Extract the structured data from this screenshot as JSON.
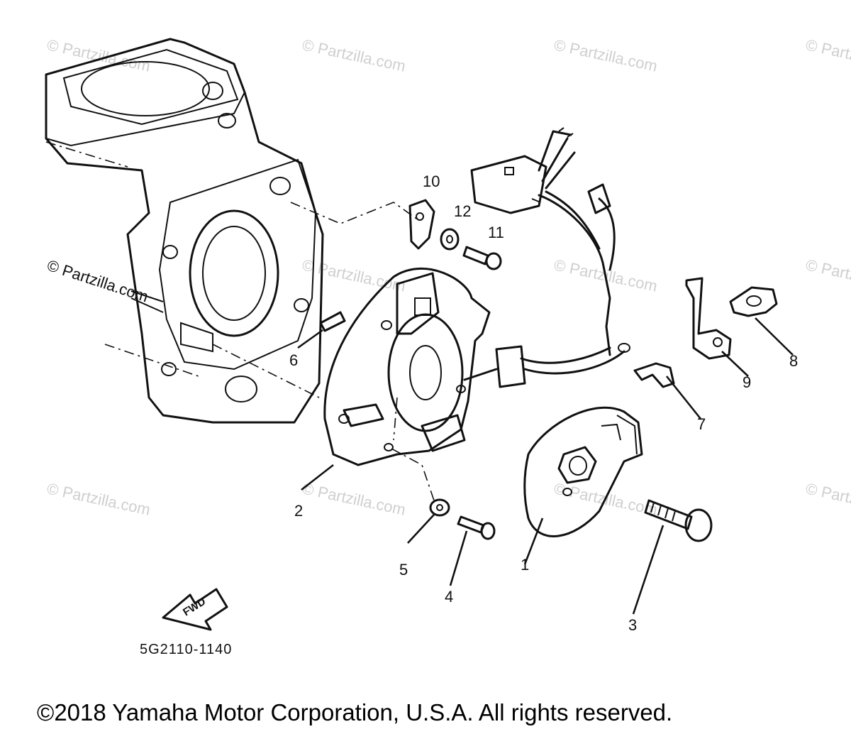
{
  "diagram": {
    "drawing_number": "5G2110-1140",
    "copyright": "©2018 Yamaha Motor Corporation, U.S.A. All rights reserved.",
    "forward_arrow_label": "FWD",
    "watermark": "© Partzilla.com",
    "callouts": [
      {
        "id": "1",
        "label": "1"
      },
      {
        "id": "2",
        "label": "2"
      },
      {
        "id": "3",
        "label": "3"
      },
      {
        "id": "4",
        "label": "4"
      },
      {
        "id": "5",
        "label": "5"
      },
      {
        "id": "6",
        "label": "6"
      },
      {
        "id": "7",
        "label": "7"
      },
      {
        "id": "8",
        "label": "8"
      },
      {
        "id": "9",
        "label": "9"
      },
      {
        "id": "10",
        "label": "10"
      },
      {
        "id": "11",
        "label": "11"
      },
      {
        "id": "12",
        "label": "12"
      }
    ]
  }
}
